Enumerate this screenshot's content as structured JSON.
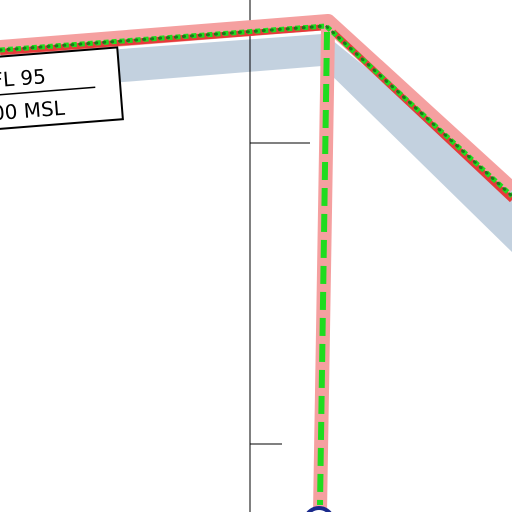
{
  "map": {
    "airspace_label": {
      "upper_limit": "FL 95",
      "lower_limit": "00 MSL"
    },
    "colors": {
      "airspace_shading": "#c3d1df",
      "boundary_halo": "#f5a0a0",
      "boundary_line": "#e63a3a",
      "route_dash": "#1fdc1f",
      "route_dot": "#1a7a1a",
      "meridian": "#000000",
      "waypoint": "#1a2a8c",
      "label_background": "#ffffff",
      "label_border": "#000000"
    },
    "features": [
      "airspace-boundary",
      "airspace-shading-band",
      "route-segment-dashed",
      "route-segment-dotted",
      "meridian-line",
      "scale-ticks",
      "waypoint-marker"
    ]
  }
}
